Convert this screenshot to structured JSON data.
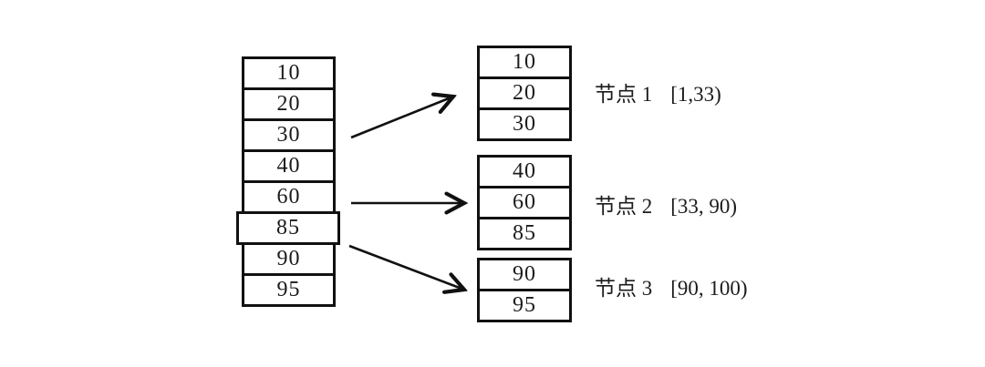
{
  "diagram": {
    "colors": {
      "background": "#ffffff",
      "stroke": "#111111",
      "text": "#1b1b1b"
    },
    "source_stack": {
      "cells": [
        "10",
        "20",
        "30",
        "40",
        "60",
        "85",
        "90",
        "95"
      ]
    },
    "nodes": [
      {
        "label": "节点 1",
        "range": "[1,33)",
        "cells": [
          "10",
          "20",
          "30"
        ]
      },
      {
        "label": "节点 2",
        "range": "[33, 90)",
        "cells": [
          "40",
          "60",
          "85"
        ]
      },
      {
        "label": "节点 3",
        "range": "[90, 100)",
        "cells": [
          "90",
          "95"
        ]
      }
    ]
  }
}
